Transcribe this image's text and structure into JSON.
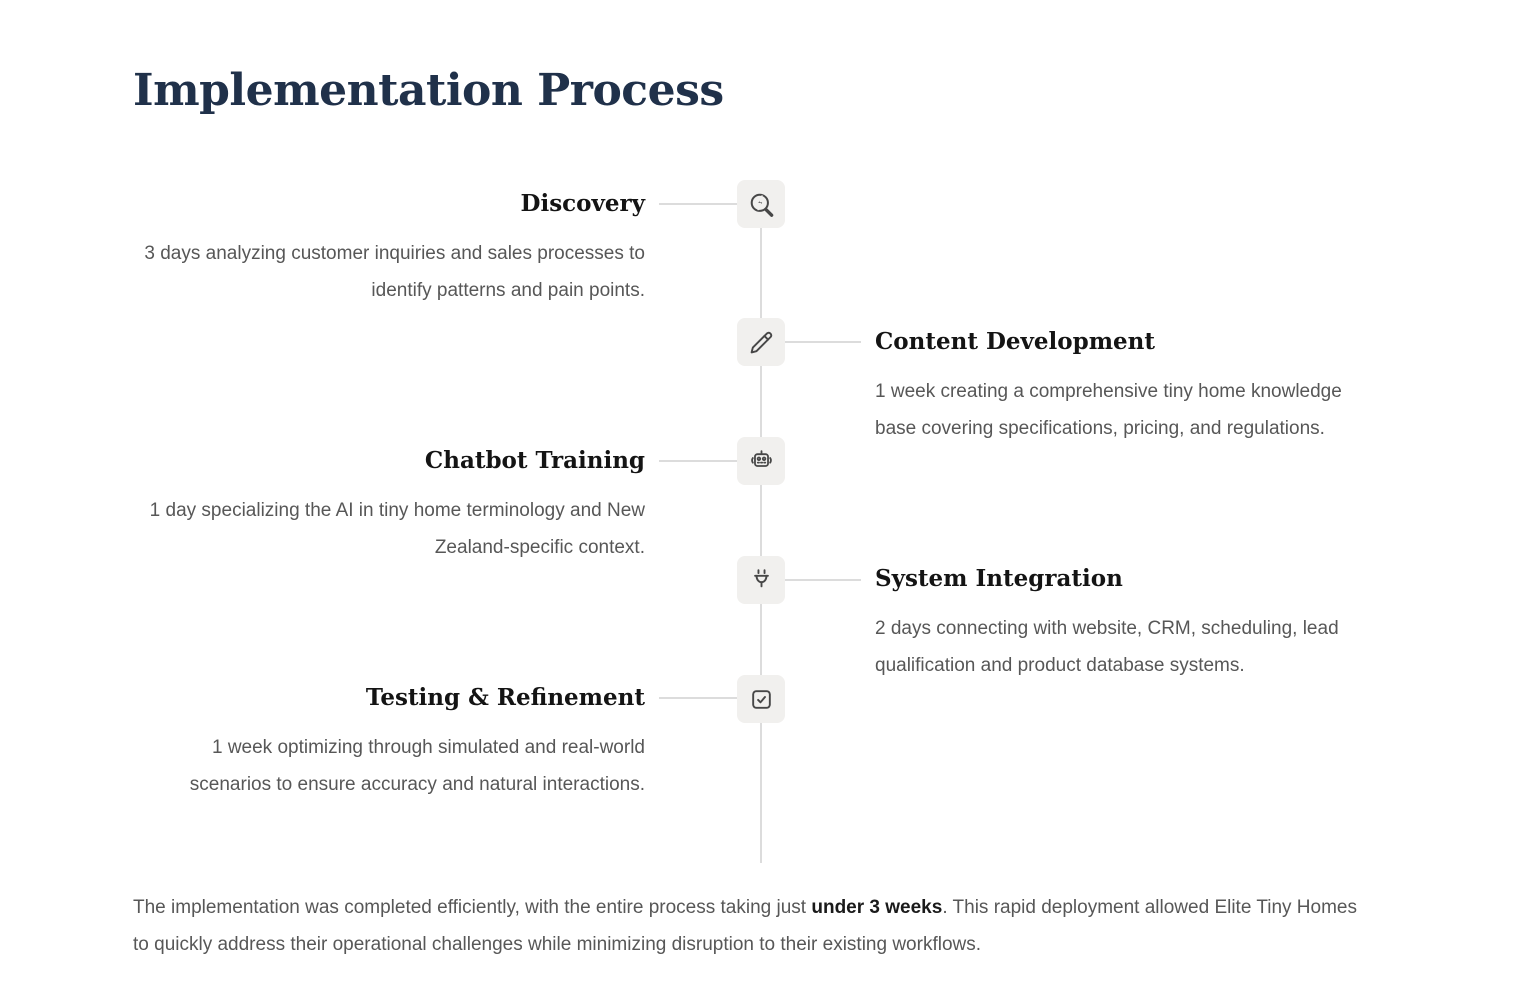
{
  "page": {
    "title": "Implementation Process"
  },
  "timeline": {
    "items": [
      {
        "title": "Discovery",
        "description": "3 days analyzing customer inquiries and sales processes to identify patterns and pain points.",
        "icon": "search-bolt-icon",
        "side": "left"
      },
      {
        "title": "Content Development",
        "description": "1 week creating a comprehensive tiny home knowledge base covering specifications, pricing, and regulations.",
        "icon": "pencil-icon",
        "side": "right"
      },
      {
        "title": "Chatbot Training",
        "description": "1 day specializing the AI in tiny home terminology and New Zealand-specific context.",
        "icon": "robot-icon",
        "side": "left"
      },
      {
        "title": "System Integration",
        "description": "2 days connecting with website, CRM, scheduling, lead qualification and product database systems.",
        "icon": "plug-icon",
        "side": "right"
      },
      {
        "title": "Testing & Refinement",
        "description": "1 week optimizing through simulated and real-world scenarios to ensure accuracy and natural interactions.",
        "icon": "checkbox-icon",
        "side": "left"
      }
    ]
  },
  "conclusion": {
    "text_before": "The implementation was completed efficiently, with the entire process taking just ",
    "highlight": "under 3 weeks",
    "text_after": ". This rapid deployment allowed Elite Tiny Homes to quickly address their operational challenges while minimizing disruption to their existing workflows."
  },
  "colors": {
    "heading": "#20314a",
    "item_title": "#141414",
    "body_text": "#575757",
    "icon_stroke": "#474747",
    "icon_box_bg": "#f1f0ee",
    "connector_line": "#dcdcdc",
    "background": "#ffffff"
  }
}
